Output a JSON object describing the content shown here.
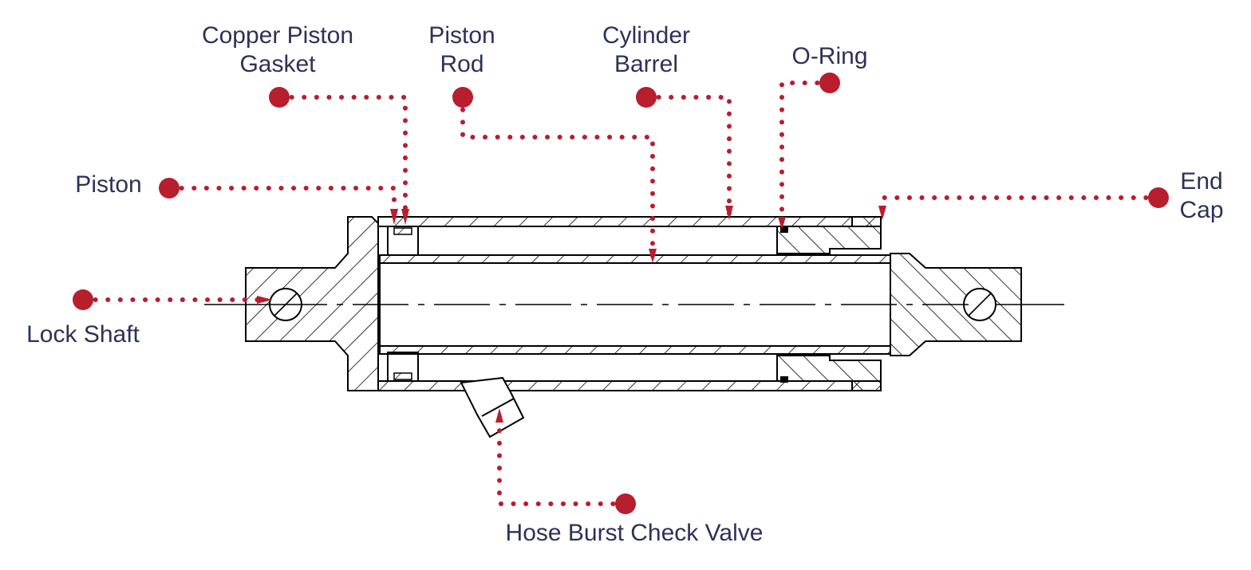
{
  "colors": {
    "accent": "#b81e2e",
    "label_text": "#2e3159",
    "line": "#000000",
    "background": "#ffffff"
  },
  "labels": {
    "copper_piston_gasket": [
      "Copper Piston",
      "Gasket"
    ],
    "piston_rod": [
      "Piston",
      "Rod"
    ],
    "cylinder_barrel": [
      "Cylinder",
      "Barrel"
    ],
    "o_ring": "O-Ring",
    "piston": "Piston",
    "end_cap": [
      "End",
      "Cap"
    ],
    "lock_shaft": "Lock Shaft",
    "hose_burst_check_valve": "Hose Burst Check Valve"
  }
}
